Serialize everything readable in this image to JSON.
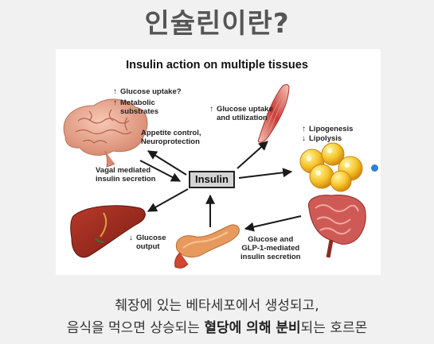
{
  "page_title": "인슐린이란?",
  "diagram": {
    "title": "Insulin action on multiple tissues",
    "center": "Insulin",
    "brain": {
      "up_arrow": "↑",
      "glucose_uptake": "Glucose uptake?",
      "metabolic": "Metabolic",
      "substrates": "substrates",
      "appetite": "Appetite control,",
      "neuro": "Neuroprotection",
      "vagal": "Vagal mediated",
      "insulin_secretion": "insulin secretion"
    },
    "muscle": {
      "up_arrow": "↑",
      "line1": "Glucose uptake",
      "line2": "and utilization"
    },
    "fat": {
      "up_arrow": "↑",
      "down_arrow": "↓",
      "lipogenesis": "Lipogenesis",
      "lipolysis": "Lipolysis"
    },
    "liver": {
      "down_arrow": "↓",
      "line1": "Glucose",
      "line2": "output"
    },
    "gut": {
      "line1": "Glucose and",
      "line2": "GLP-1-mediated",
      "line3": "insulin secretion"
    }
  },
  "caption": {
    "line1": "췌장에 있는 베타세포에서 생성되고,",
    "line2_pre": "음식을 먹으면 상승되는 ",
    "line2_bold": "혈당에 의해 분비",
    "line2_post": "되는 호르몬"
  },
  "colors": {
    "panel": "#ffffff",
    "background": "#f1f1f1",
    "insulin_box": "#d4d4d4",
    "accent_dot": "#2f7fd6"
  }
}
